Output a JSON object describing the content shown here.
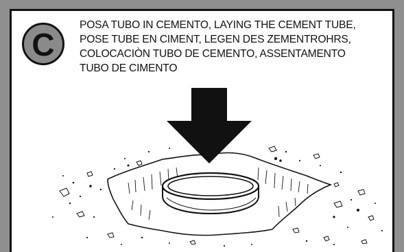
{
  "badge": {
    "letter": "C"
  },
  "caption": {
    "lines": [
      "POSA TUBO IN CEMENTO, LAYING THE CEMENT TUBE,",
      "POSE TUBE EN CIMENT, LEGEN DES ZEMENTROHRS,",
      "COLOCACIÒN TUBO DE CEMENTO, ASSENTAMENTO",
      "TUBO DE CIMENTO"
    ]
  },
  "colors": {
    "frame": "#8f8f8f",
    "badge_fill": "#8a8a8a",
    "ink": "#111111"
  },
  "icons": {
    "arrow": "down-arrow-icon",
    "tube": "cement-tube-icon",
    "ground": "gravel-ground-icon"
  }
}
